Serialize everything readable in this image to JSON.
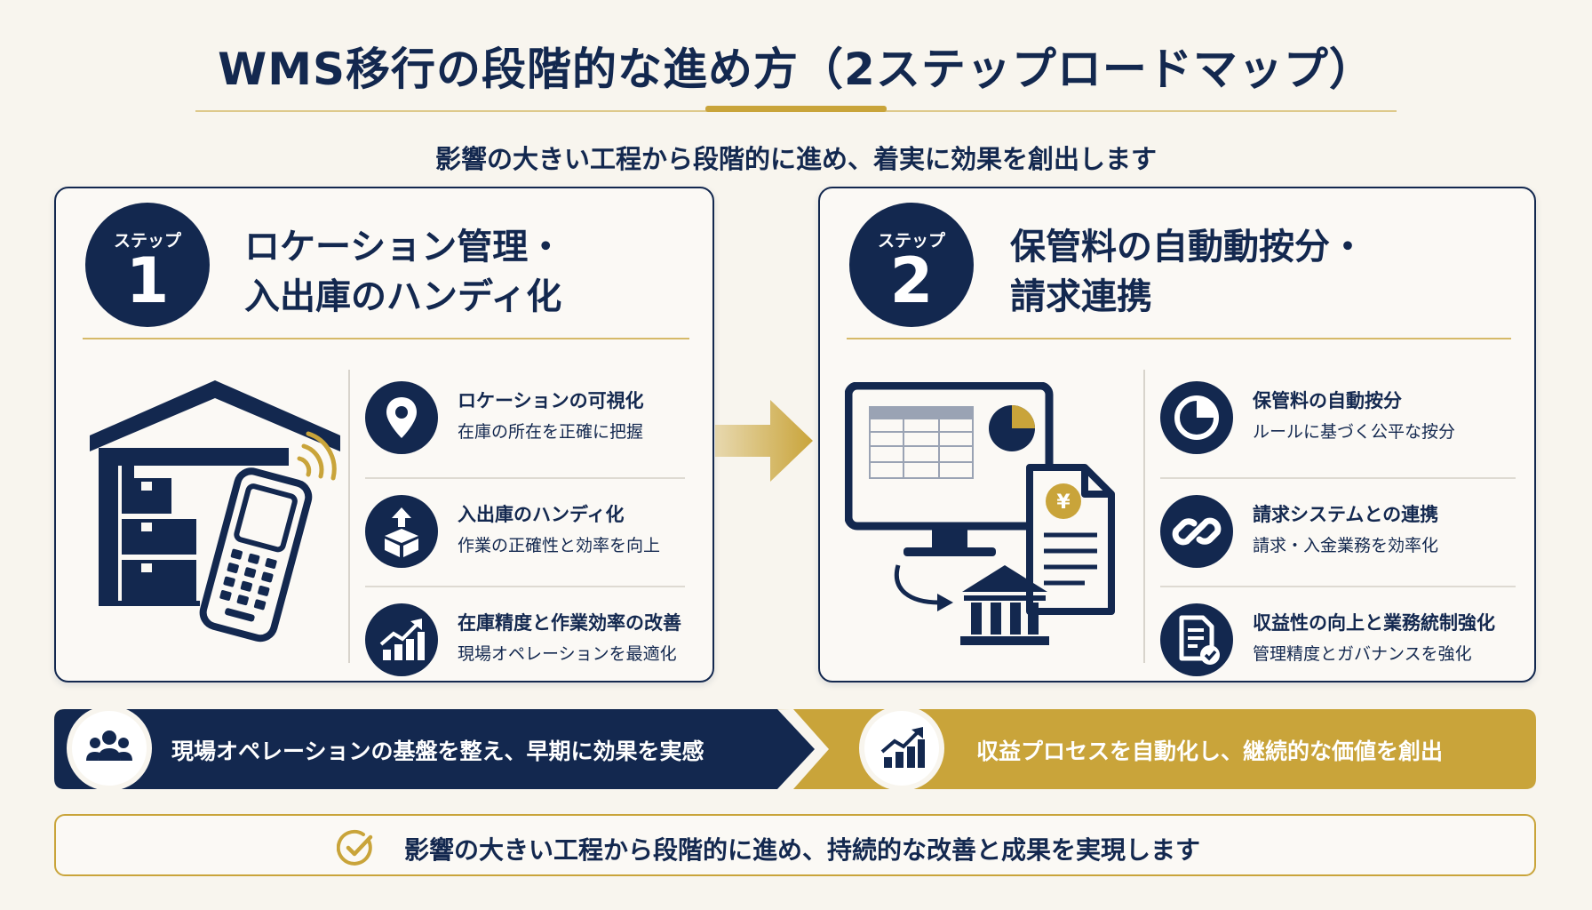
{
  "header": {
    "title": "WMS移行の段階的な進め方（2ステップロードマップ）",
    "subtitle": "影響の大きい工程から段階的に進め、着実に効果を創出します"
  },
  "steps": [
    {
      "label": "ステップ",
      "number": "1",
      "title_lines": [
        "ロケーション管理・",
        "入出庫のハンディ化"
      ],
      "features": [
        {
          "icon": "location-pin-icon",
          "title": "ロケーションの可視化",
          "desc": "在庫の所在を正確に把握"
        },
        {
          "icon": "box-upload-icon",
          "title": "入出庫のハンディ化",
          "desc": "作業の正確性と効率を向上"
        },
        {
          "icon": "growth-chart-icon",
          "title": "在庫精度と作業効率の改善",
          "desc": "現場オペレーションを最適化"
        }
      ]
    },
    {
      "label": "ステップ",
      "number": "2",
      "title_lines": [
        "保管料の自動動按分・",
        "請求連携"
      ],
      "features": [
        {
          "icon": "pie-chart-icon",
          "title": "保管料の自動按分",
          "desc": "ルールに基づく公平な按分"
        },
        {
          "icon": "link-icon",
          "title": "請求システムとの連携",
          "desc": "請求・入金業務を効率化"
        },
        {
          "icon": "document-check-icon",
          "title": "収益性の向上と業務統制強化",
          "desc": "管理精度とガバナンスを強化"
        }
      ]
    }
  ],
  "banner": {
    "left_text": "現場オペレーションの基盤を整え、早期に効果を実感",
    "right_text": "収益プロセスを自動化し、継続的な価値を創出"
  },
  "footer": {
    "text": "影響の大きい工程から段階的に進め、持続的な改善と成果を実現します"
  },
  "colors": {
    "navy": "#13284f",
    "gold": "#c9a43a",
    "background": "#f8f5ee"
  },
  "currency_symbol": "¥"
}
